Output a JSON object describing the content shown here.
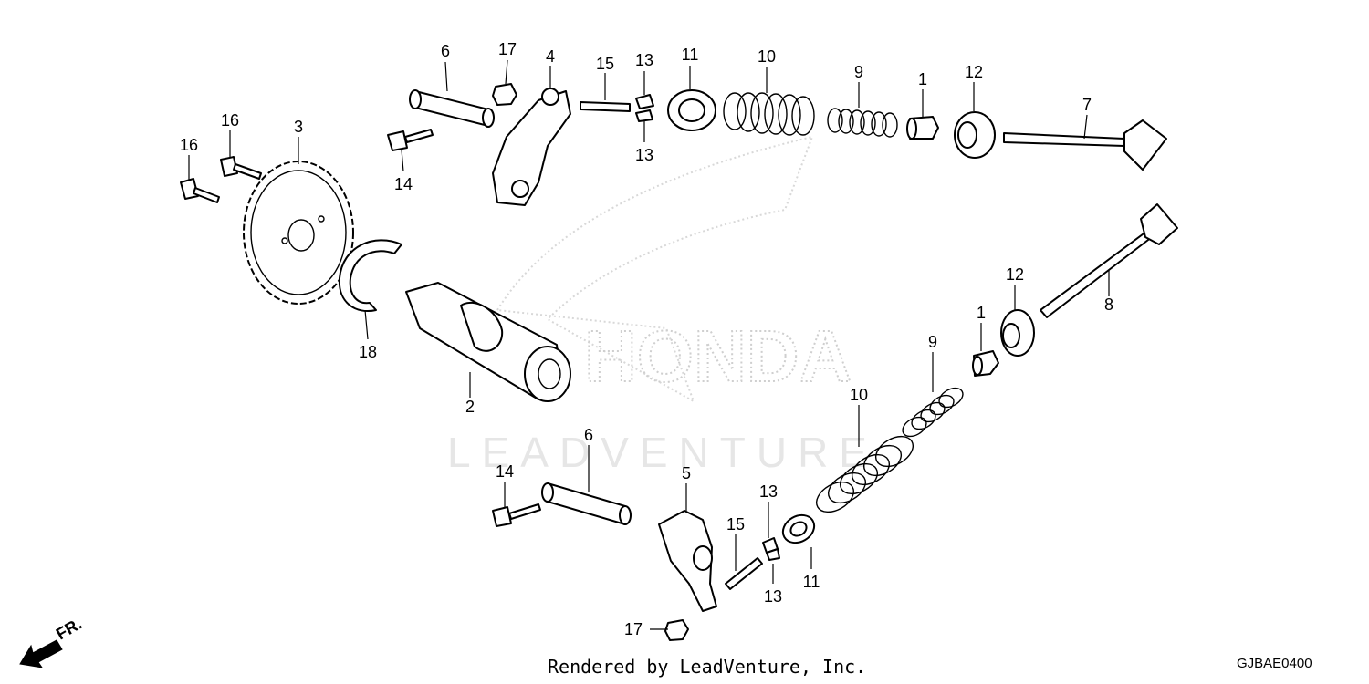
{
  "diagram": {
    "callouts": [
      {
        "id": "c6a",
        "label": "6"
      },
      {
        "id": "c17a",
        "label": "17"
      },
      {
        "id": "c4",
        "label": "4"
      },
      {
        "id": "c15a",
        "label": "15"
      },
      {
        "id": "c13a",
        "label": "13"
      },
      {
        "id": "c13b",
        "label": "13"
      },
      {
        "id": "c11a",
        "label": "11"
      },
      {
        "id": "c10a",
        "label": "10"
      },
      {
        "id": "c9a",
        "label": "9"
      },
      {
        "id": "c1a",
        "label": "1"
      },
      {
        "id": "c12a",
        "label": "12"
      },
      {
        "id": "c7",
        "label": "7"
      },
      {
        "id": "c16a",
        "label": "16"
      },
      {
        "id": "c16b",
        "label": "16"
      },
      {
        "id": "c3",
        "label": "3"
      },
      {
        "id": "c14a",
        "label": "14"
      },
      {
        "id": "c18",
        "label": "18"
      },
      {
        "id": "c2",
        "label": "2"
      },
      {
        "id": "c8",
        "label": "8"
      },
      {
        "id": "c12b",
        "label": "12"
      },
      {
        "id": "c1b",
        "label": "1"
      },
      {
        "id": "c9b",
        "label": "9"
      },
      {
        "id": "c10b",
        "label": "10"
      },
      {
        "id": "c6b",
        "label": "6"
      },
      {
        "id": "c14b",
        "label": "14"
      },
      {
        "id": "c5",
        "label": "5"
      },
      {
        "id": "c15b",
        "label": "15"
      },
      {
        "id": "c13c",
        "label": "13"
      },
      {
        "id": "c13d",
        "label": "13"
      },
      {
        "id": "c11b",
        "label": "11"
      },
      {
        "id": "c17b",
        "label": "17"
      }
    ],
    "direction_label": "FR.",
    "watermark_text": "LEADVENTURE",
    "watermark_brand": "HONDA"
  },
  "footer": {
    "rendered_by": "Rendered by LeadVenture, Inc.",
    "diagram_code": "GJBAE0400"
  }
}
